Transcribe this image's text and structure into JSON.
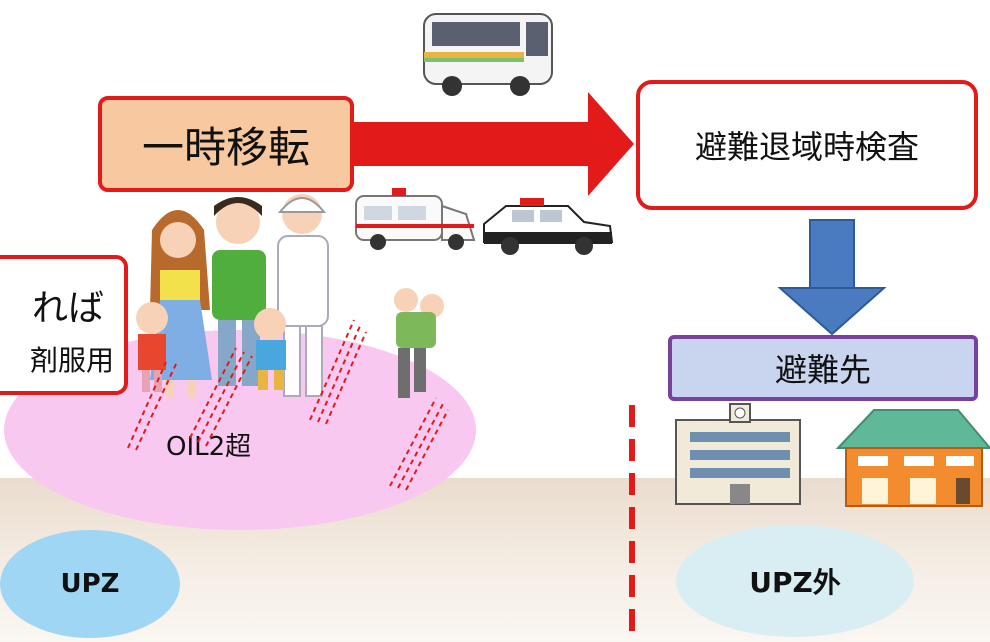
{
  "labels": {
    "ichiji_iten": "一時移転",
    "kensa": "避難退域時検査",
    "hinansaki": "避難先",
    "left_line1": "れば",
    "left_line2": "剤服用",
    "oil2": "OIL2超",
    "upz": "UPZ",
    "upz_out": "UPZ外"
  },
  "colors": {
    "red": "#e31a1a",
    "orange_fill": "#f8c9a0",
    "purple_border": "#7b3f9e",
    "lavender_fill": "#c9d4ef",
    "pink_zone": "#f8c8f0",
    "blue_arrow": "#4a7bc0",
    "upz_fill": "#9fd6f4",
    "upz_out_fill": "#d8eef3"
  },
  "icons": [
    "bus-icon",
    "ambulance-icon",
    "police-car-icon",
    "family-people-icon",
    "elderly-carrying-person-icon",
    "school-building-icon",
    "house-icon",
    "radiation-lines-icon"
  ]
}
